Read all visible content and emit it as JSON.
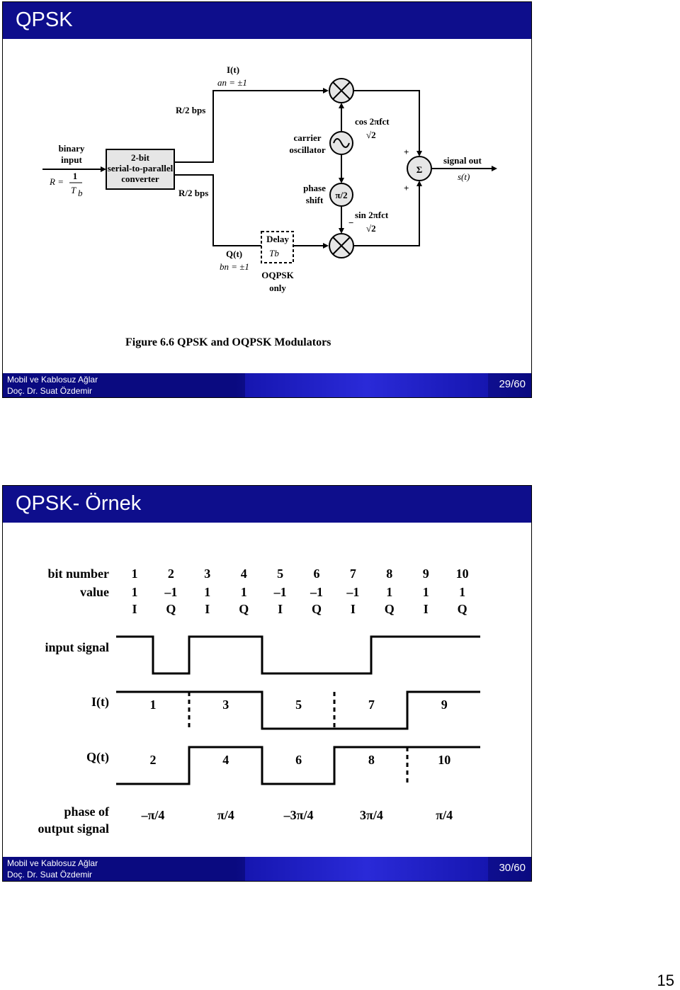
{
  "slide1": {
    "title": "QPSK",
    "footer_line1": "Mobil ve Kablosuz Ağlar",
    "footer_line2": "Doç. Dr. Suat Özdemir",
    "page": "29/60",
    "diagram": {
      "binary_input": [
        "binary",
        "input"
      ],
      "rate_r": "R =",
      "rate_num": "1",
      "rate_den": "T",
      "rate_den_sub": "b",
      "converter": [
        "2-bit",
        "serial-to-parallel",
        "converter"
      ],
      "rate_top": "R/2 bps",
      "rate_bottom": "R/2 bps",
      "i_label": "I(t)",
      "an_label": "an = ±1",
      "q_label": "Q(t)",
      "bn_label": "bn = ±1",
      "carrier": [
        "carrier",
        "oscillator"
      ],
      "phase": [
        "phase",
        "shift"
      ],
      "pi2": "π/2",
      "cos_label": "cos 2πfct",
      "sin_label": "sin 2πfct",
      "sqrt2": "√2",
      "delay": "Delay",
      "tb": "Tb",
      "oqpsk": [
        "OQPSK",
        "only"
      ],
      "sigma": "Σ",
      "plus": "+",
      "minus": "−",
      "signal_out": "signal out",
      "st": "s(t)",
      "caption": "Figure 6.6  QPSK and OQPSK Modulators"
    }
  },
  "slide2": {
    "title": "QPSK- Örnek",
    "footer_line1": "Mobil ve Kablosuz Ağlar",
    "footer_line2": "Doç. Dr. Suat Özdemir",
    "page": "30/60",
    "timing": {
      "bit_number_label": "bit number",
      "value_label": "value",
      "bit_numbers": [
        "1",
        "2",
        "3",
        "4",
        "5",
        "6",
        "7",
        "8",
        "9",
        "10"
      ],
      "values": [
        "1",
        "–1",
        "1",
        "1",
        "–1",
        "–1",
        "–1",
        "1",
        "1",
        "1"
      ],
      "channels": [
        "I",
        "Q",
        "I",
        "Q",
        "I",
        "Q",
        "I",
        "Q",
        "I",
        "Q"
      ],
      "input_signal_label": "input signal",
      "i_label": "I(t)",
      "q_label": "Q(t)",
      "i_bits": [
        "1",
        "3",
        "5",
        "7",
        "9"
      ],
      "q_bits": [
        "2",
        "4",
        "6",
        "8",
        "10"
      ],
      "phase_label": [
        "phase of",
        "output signal"
      ],
      "phases": [
        "–π/4",
        "π/4",
        "–3π/4",
        "3π/4",
        "π/4"
      ]
    }
  },
  "page_number": "15"
}
